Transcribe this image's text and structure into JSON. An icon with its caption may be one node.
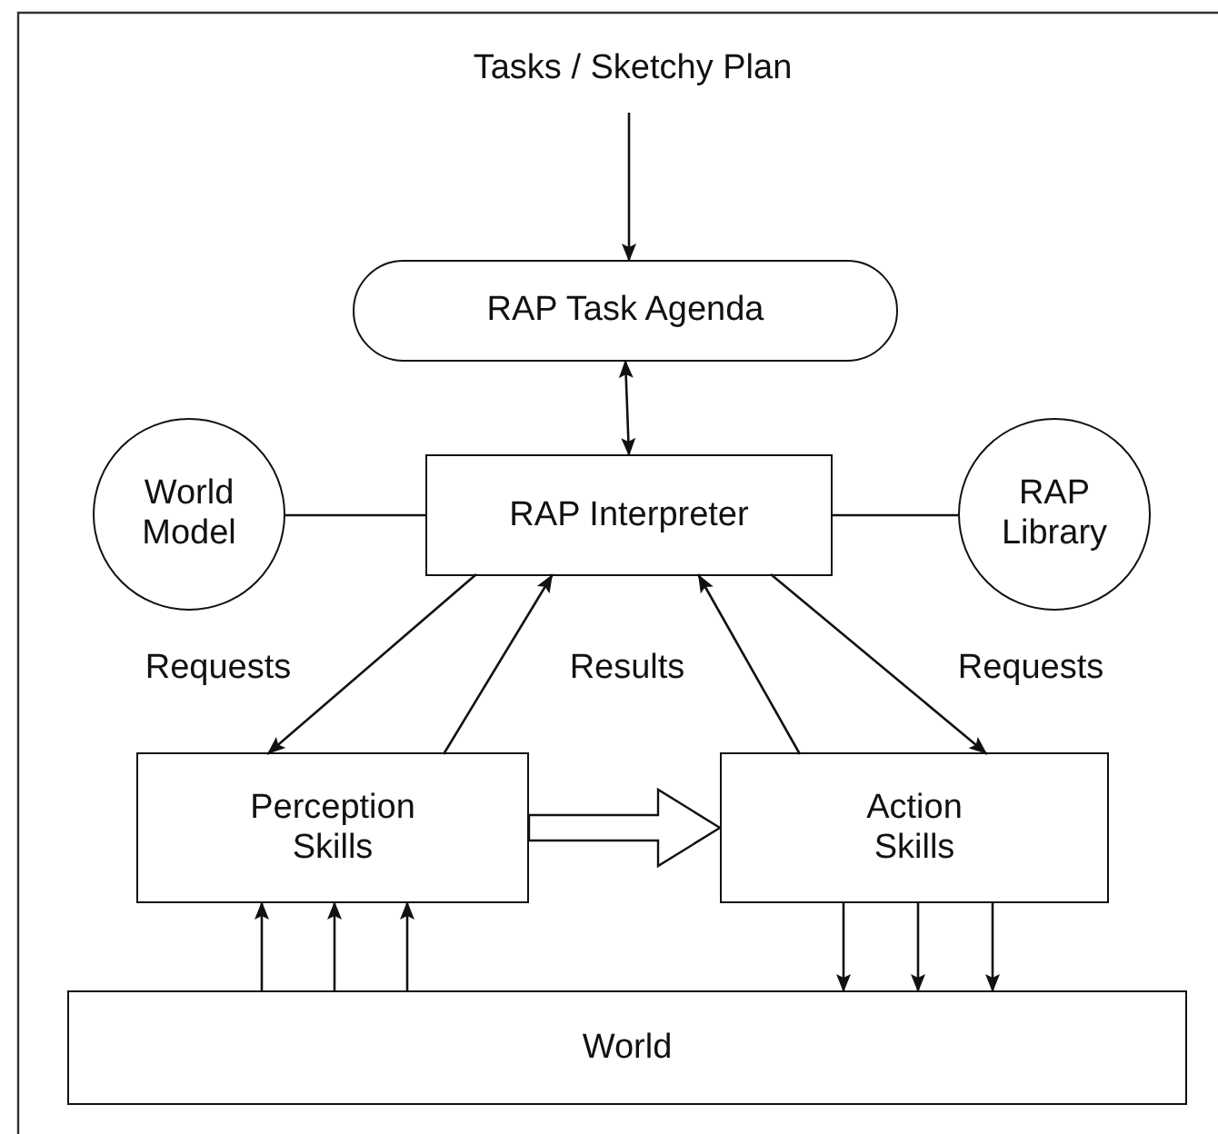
{
  "diagram": {
    "nodes": [
      {
        "text": [
          "Tasks / Sketchy Plan"
        ]
      },
      {
        "text": [
          "RAP Task Agenda"
        ]
      },
      {
        "text": [
          "World Model"
        ]
      },
      {
        "text": [
          "RAP Interpreter"
        ]
      },
      {
        "text": [
          "RAP Library"
        ]
      },
      {
        "text": [
          "Perception Skills"
        ]
      },
      {
        "text": [
          "Action Skills"
        ]
      },
      {
        "text": [
          "World"
        ]
      }
    ],
    "edges": [
      {
        "from": 0,
        "to": 1,
        "arrow": "to"
      },
      {
        "from": 1,
        "to": 3,
        "arrow": "both"
      },
      {
        "from": 2,
        "to": 3,
        "arrow": "none"
      },
      {
        "from": 3,
        "to": 4,
        "arrow": "none"
      },
      {
        "from": 3,
        "to": 5,
        "arrow": "to",
        "label": "Requests"
      },
      {
        "from": 5,
        "to": 3,
        "arrow": "to"
      },
      {
        "from": 6,
        "to": 3,
        "arrow": "to"
      },
      {
        "from": 3,
        "to": 6,
        "arrow": "to",
        "label": "Requests"
      },
      {
        "from": 5,
        "to": 6,
        "arrow": "to",
        "style": "thick"
      },
      {
        "from": 7,
        "to": 5,
        "arrow": "to"
      },
      {
        "from": 7,
        "to": 5,
        "arrow": "to"
      },
      {
        "from": 7,
        "to": 5,
        "arrow": "to"
      },
      {
        "from": 6,
        "to": 7,
        "arrow": "to"
      },
      {
        "from": 6,
        "to": 7,
        "arrow": "to"
      },
      {
        "from": 6,
        "to": 7,
        "arrow": "to"
      }
    ],
    "labels": [
      "Results"
    ]
  }
}
